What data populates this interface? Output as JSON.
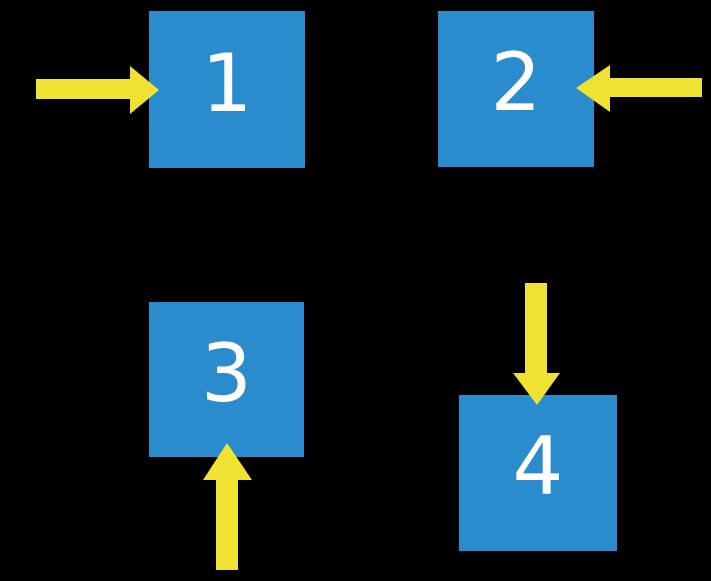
{
  "colors": {
    "background": "#000000",
    "box_fill": "#2A8CCC",
    "arrow_fill": "#F0E232",
    "label_color": "#FFFFFF"
  },
  "boxes": [
    {
      "label": "1",
      "arrow_direction": "right"
    },
    {
      "label": "2",
      "arrow_direction": "left"
    },
    {
      "label": "3",
      "arrow_direction": "up"
    },
    {
      "label": "4",
      "arrow_direction": "down"
    }
  ]
}
